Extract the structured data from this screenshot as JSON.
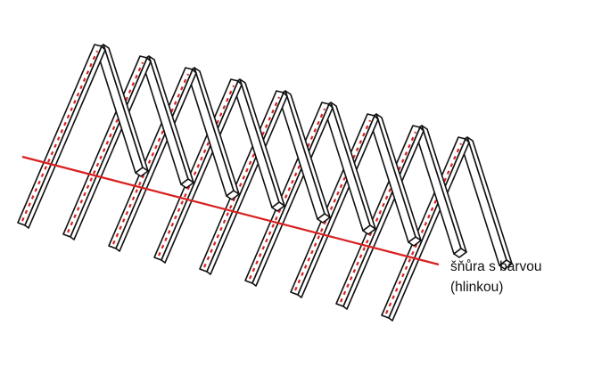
{
  "diagram": {
    "annotation": {
      "line1": "šňůra s barvou",
      "line2": "(hlinkou)"
    },
    "rafter_pairs": 9,
    "colors": {
      "outline": "#111111",
      "fill": "#ffffff",
      "chalk_line": "#d92020",
      "dash_marks": "#d92020"
    }
  }
}
